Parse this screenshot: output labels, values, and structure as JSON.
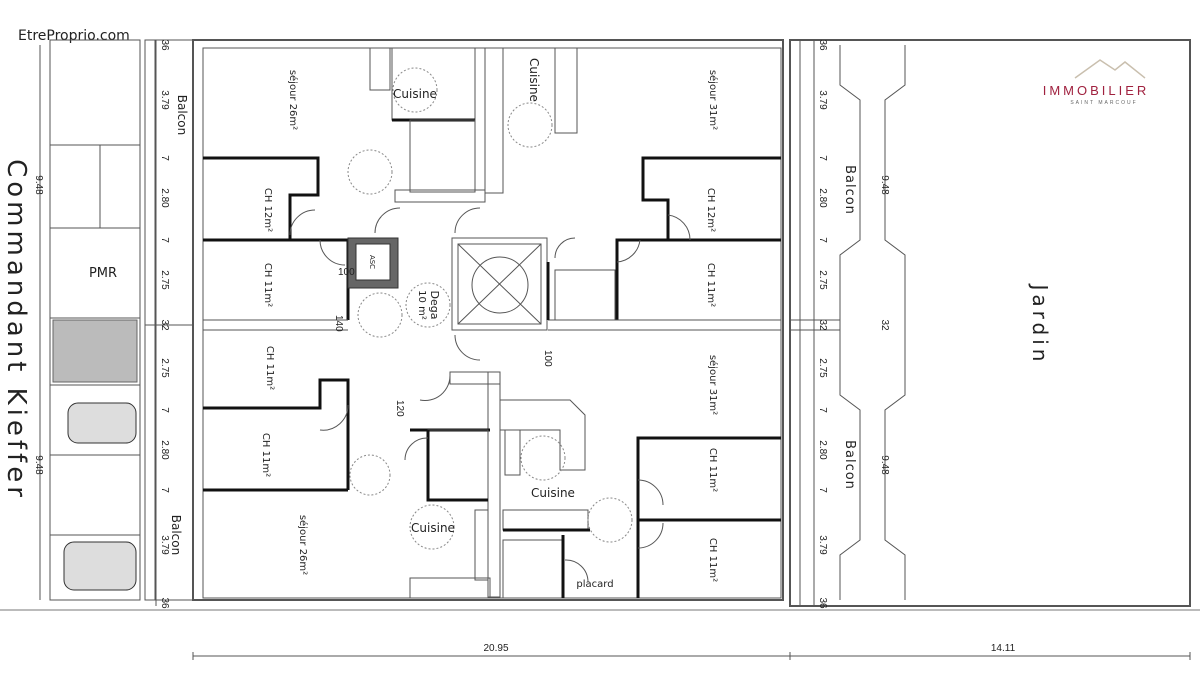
{
  "watermark": "EtreProprio.com",
  "logo": {
    "name": "IMMOBILIER",
    "sub": "SAINT MARCOUF",
    "color": "#a0213f",
    "roof_color": "#c9bfae"
  },
  "street": "Commandant Kieffer",
  "garden": "Jardin",
  "pmr": "PMR",
  "balconies": [
    "Balcon",
    "Balcon",
    "Balcon",
    "Balcon"
  ],
  "rooms": {
    "sejour_tl": "séjour 26m²",
    "ch_l1": "CH 12m²",
    "ch_l2": "CH 11m²",
    "ch_l3": "CH 11m²",
    "ch_l4": "CH 11m²",
    "sejour_bl": "séjour 26m²",
    "sejour_tr": "séjour 31m²",
    "ch_r1": "CH 12m²",
    "ch_r2": "CH 11m²",
    "sejour_br": "séjour 31m²",
    "ch_r3": "CH 11m²",
    "ch_r4": "CH 11m²",
    "cuisine_1": "Cuisine",
    "cuisine_2": "Cuisine",
    "cuisine_3": "Cuisine",
    "cuisine_4": "Cuisine",
    "dega": "Dega",
    "dega_area": "10 m²",
    "asc": "ASC",
    "placard": "placard"
  },
  "dimensions": {
    "vertical": [
      "36",
      "3.79",
      "7",
      "2.80",
      "7",
      "2.75",
      "32",
      "2.75",
      "7",
      "2.80",
      "7",
      "3.79",
      "36"
    ],
    "outer_left": [
      "9.48",
      "9.48"
    ],
    "outer_right": [
      "9.48",
      "32",
      "9.48"
    ],
    "bottom": [
      "20.95",
      "14.11"
    ],
    "inner": [
      "100",
      "140",
      "100",
      "120"
    ]
  }
}
